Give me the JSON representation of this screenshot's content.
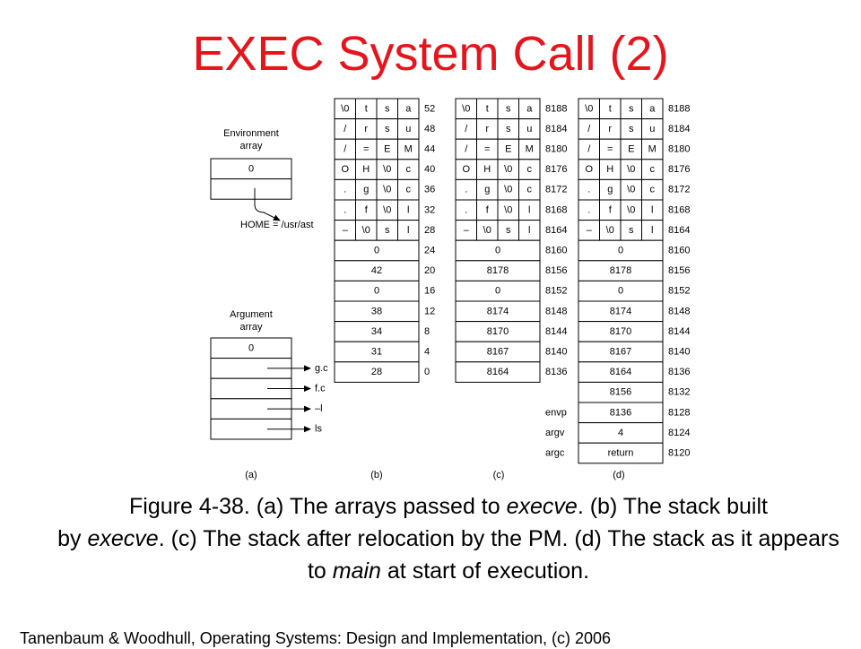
{
  "title": "EXEC System Call (2)",
  "figure": {
    "environment_label": [
      "Environment",
      "array"
    ],
    "environment_cells": [
      "0",
      ""
    ],
    "home_label": "HOME = /usr/ast",
    "argument_label": [
      "Argument",
      "array"
    ],
    "argument_cells": [
      "0",
      "",
      "",
      "",
      ""
    ],
    "argument_targets": [
      "g.c",
      "f.c",
      "–l",
      "ls"
    ],
    "char_rows": [
      [
        "\\0",
        "t",
        "s",
        "a"
      ],
      [
        "/",
        "r",
        "s",
        "u"
      ],
      [
        "/",
        "=",
        "E",
        "M"
      ],
      [
        "O",
        "H",
        "\\0",
        "c"
      ],
      [
        ".",
        "g",
        "\\0",
        "c"
      ],
      [
        ".",
        "f",
        "\\0",
        "l"
      ],
      [
        "–",
        "\\0",
        "s",
        "l"
      ]
    ],
    "stack_b": {
      "values": [
        "0",
        "42",
        "0",
        "38",
        "34",
        "31",
        "28"
      ],
      "addresses": [
        "52",
        "48",
        "44",
        "40",
        "36",
        "32",
        "28",
        "24",
        "20",
        "16",
        "12",
        "8",
        "4",
        "0"
      ]
    },
    "stack_c": {
      "values": [
        "0",
        "8178",
        "0",
        "8174",
        "8170",
        "8167",
        "8164"
      ],
      "addresses": [
        "8188",
        "8184",
        "8180",
        "8176",
        "8172",
        "8168",
        "8164",
        "8160",
        "8156",
        "8152",
        "8148",
        "8144",
        "8140",
        "8136"
      ],
      "extra_labels": [
        "envp",
        "argv",
        "argc"
      ]
    },
    "stack_d": {
      "values": [
        "0",
        "8178",
        "0",
        "8174",
        "8170",
        "8167",
        "8164",
        "8156",
        "8136",
        "4",
        "return"
      ],
      "addresses": [
        "8188",
        "8184",
        "8180",
        "8176",
        "8172",
        "8168",
        "8164",
        "8160",
        "8156",
        "8152",
        "8148",
        "8144",
        "8140",
        "8136",
        "8132",
        "8128",
        "8124",
        "8120"
      ]
    },
    "panel_labels": [
      "(a)",
      "(b)",
      "(c)",
      "(d)"
    ]
  },
  "caption": {
    "line1": [
      {
        "text": "Figure 4-38.  (a) The arrays passed to ",
        "italic": false
      },
      {
        "text": "execve",
        "italic": true
      },
      {
        "text": ". (b) The stack built",
        "italic": false
      }
    ],
    "line2": [
      {
        "text": "by ",
        "italic": false
      },
      {
        "text": "execve",
        "italic": true
      },
      {
        "text": ". (c) The stack after relocation by the PM. (d) The stack as it appears to ",
        "italic": false
      },
      {
        "text": "main",
        "italic": true
      },
      {
        "text": " at start of execution.",
        "italic": false
      }
    ]
  },
  "footer": "Tanenbaum & Woodhull, Operating Systems: Design and Implementation, (c) 2006"
}
